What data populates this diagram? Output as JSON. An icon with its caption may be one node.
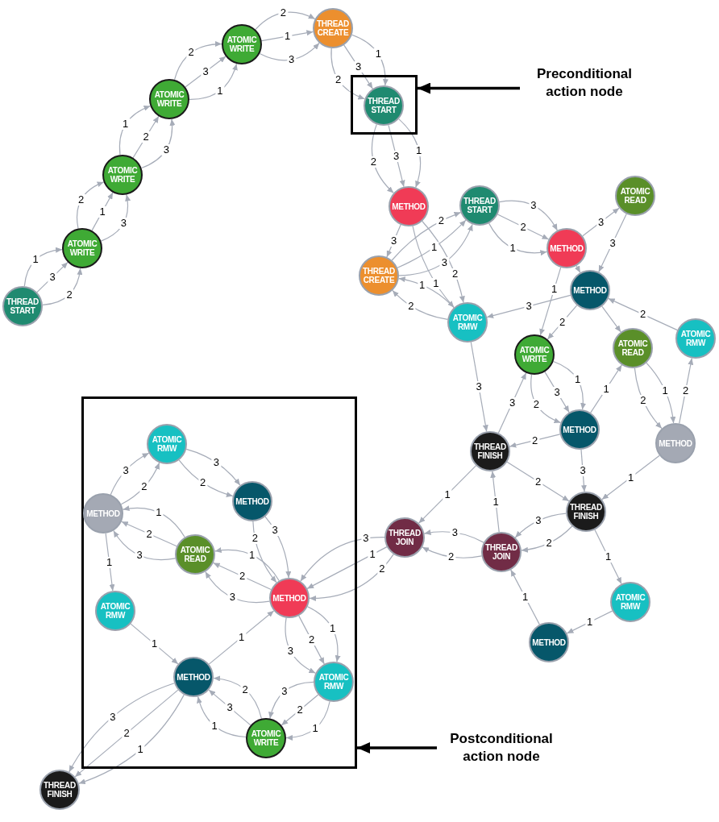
{
  "diagram": {
    "nodes": [
      {
        "text": [
          "THREAD CREATE"
        ]
      },
      {
        "text": [
          "ATOMIC WRITE"
        ]
      },
      {
        "text": [
          "Preconditional action node"
        ]
      },
      {
        "text": [],
        "shape": "box"
      },
      {
        "text": [
          "THREAD START"
        ],
        "in": 3
      },
      {
        "text": [
          "ATOMIC WRITE"
        ]
      },
      {
        "text": [
          "ATOMIC WRITE"
        ]
      },
      {
        "text": [
          "ATOMIC READ"
        ]
      },
      {
        "text": [
          "METHOD"
        ]
      },
      {
        "text": [
          "THREAD START"
        ]
      },
      {
        "text": [
          "METHOD"
        ]
      },
      {
        "text": [
          "ATOMIC WRITE"
        ]
      },
      {
        "text": [
          "THREAD CREATE"
        ]
      },
      {
        "text": [
          "METHOD"
        ]
      },
      {
        "text": [
          "THREAD START"
        ]
      },
      {
        "text": [
          "ATOMIC RMW"
        ]
      },
      {
        "text": [
          "ATOMIC RMW"
        ]
      },
      {
        "text": [
          "ATOMIC READ"
        ]
      },
      {
        "text": [
          "ATOMIC WRITE"
        ]
      },
      {
        "text": [],
        "shape": "box"
      },
      {
        "text": [
          "METHOD"
        ]
      },
      {
        "text": [
          "ATOMIC RMW"
        ],
        "in": 19
      },
      {
        "text": [
          "METHOD"
        ]
      },
      {
        "text": [
          "THREAD FINISH"
        ]
      },
      {
        "text": [
          "METHOD"
        ],
        "in": 19
      },
      {
        "text": [
          "THREAD FINISH"
        ]
      },
      {
        "text": [
          "METHOD"
        ],
        "in": 19
      },
      {
        "text": [
          "THREAD JOIN"
        ]
      },
      {
        "text": [
          "THREAD JOIN"
        ]
      },
      {
        "text": [
          "ATOMIC READ"
        ],
        "in": 19
      },
      {
        "text": [
          "METHOD"
        ],
        "in": 19
      },
      {
        "text": [
          "ATOMIC RMW"
        ]
      },
      {
        "text": [
          "ATOMIC RMW"
        ],
        "in": 19
      },
      {
        "text": [
          "METHOD"
        ]
      },
      {
        "text": [
          "METHOD"
        ],
        "in": 19
      },
      {
        "text": [
          "ATOMIC RMW"
        ],
        "in": 19
      },
      {
        "text": [
          "ATOMIC WRITE"
        ],
        "in": 19
      },
      {
        "text": [
          "Postconditional action node"
        ]
      },
      {
        "text": [
          "THREAD FINISH"
        ]
      }
    ],
    "edges": [
      {
        "from": 14,
        "to": 11,
        "arrow": "to",
        "label": "2"
      },
      {
        "from": 14,
        "to": 11,
        "arrow": "to",
        "label": "3"
      },
      {
        "from": 14,
        "to": 11,
        "arrow": "to",
        "label": "1"
      },
      {
        "from": 11,
        "to": 6,
        "arrow": "to",
        "label": "3"
      },
      {
        "from": 11,
        "to": 6,
        "arrow": "to",
        "label": "1"
      },
      {
        "from": 11,
        "to": 6,
        "arrow": "to",
        "label": "2"
      },
      {
        "from": 6,
        "to": 5,
        "arrow": "to",
        "label": "3"
      },
      {
        "from": 6,
        "to": 5,
        "arrow": "to",
        "label": "2"
      },
      {
        "from": 6,
        "to": 5,
        "arrow": "to",
        "label": "1"
      },
      {
        "from": 5,
        "to": 1,
        "arrow": "to",
        "label": "1"
      },
      {
        "from": 5,
        "to": 1,
        "arrow": "to",
        "label": "3"
      },
      {
        "from": 5,
        "to": 1,
        "arrow": "to",
        "label": "2"
      },
      {
        "from": 1,
        "to": 0,
        "arrow": "to",
        "label": "3"
      },
      {
        "from": 1,
        "to": 0,
        "arrow": "to",
        "label": "1"
      },
      {
        "from": 1,
        "to": 0,
        "arrow": "to",
        "label": "2"
      },
      {
        "from": 0,
        "to": 4,
        "arrow": "to",
        "label": "1"
      },
      {
        "from": 0,
        "to": 4,
        "arrow": "to",
        "label": "3"
      },
      {
        "from": 0,
        "to": 4,
        "arrow": "to",
        "label": "2"
      },
      {
        "from": 4,
        "to": 8,
        "arrow": "to",
        "label": "1"
      },
      {
        "from": 4,
        "to": 8,
        "arrow": "to",
        "label": "3"
      },
      {
        "from": 4,
        "to": 8,
        "arrow": "to",
        "label": "2"
      },
      {
        "from": 8,
        "to": 12,
        "arrow": "to",
        "label": "3"
      },
      {
        "from": 8,
        "to": 15,
        "arrow": "to",
        "label": "2"
      },
      {
        "from": 8,
        "to": 15,
        "arrow": "to",
        "label": "1"
      },
      {
        "from": 15,
        "to": 12,
        "arrow": "to",
        "label": "1"
      },
      {
        "from": 15,
        "to": 12,
        "arrow": "to",
        "label": "2"
      },
      {
        "from": 12,
        "to": 9,
        "arrow": "to",
        "label": "1"
      },
      {
        "from": 12,
        "to": 9,
        "arrow": "to",
        "label": "3"
      },
      {
        "from": 12,
        "to": 9,
        "arrow": "to",
        "label": "2"
      },
      {
        "from": 9,
        "to": 10,
        "arrow": "to",
        "label": "3"
      },
      {
        "from": 9,
        "to": 10,
        "arrow": "to",
        "label": "2"
      },
      {
        "from": 9,
        "to": 10,
        "arrow": "to",
        "label": "1"
      },
      {
        "from": 10,
        "to": 7,
        "arrow": "to",
        "label": "3"
      },
      {
        "from": 10,
        "to": 13,
        "arrow": "to"
      },
      {
        "from": 7,
        "to": 13,
        "arrow": "to",
        "label": "3"
      },
      {
        "from": 10,
        "to": 18,
        "arrow": "to",
        "label": "1"
      },
      {
        "from": 13,
        "to": 15,
        "arrow": "to",
        "label": "3"
      },
      {
        "from": 13,
        "to": 18,
        "arrow": "to",
        "label": "2"
      },
      {
        "from": 13,
        "to": 17,
        "arrow": "to"
      },
      {
        "from": 16,
        "to": 13,
        "arrow": "to",
        "label": "2"
      },
      {
        "from": 17,
        "to": 22,
        "arrow": "to",
        "label": "1"
      },
      {
        "from": 17,
        "to": 22,
        "arrow": "to",
        "label": "2"
      },
      {
        "from": 22,
        "to": 16,
        "arrow": "to",
        "label": "2"
      },
      {
        "from": 20,
        "to": 17,
        "arrow": "to",
        "label": "1"
      },
      {
        "from": 18,
        "to": 20,
        "arrow": "to",
        "label": "1"
      },
      {
        "from": 18,
        "to": 20,
        "arrow": "to",
        "label": "3"
      },
      {
        "from": 18,
        "to": 20,
        "arrow": "to",
        "label": "2"
      },
      {
        "from": 15,
        "to": 23,
        "arrow": "to",
        "label": "3"
      },
      {
        "from": 23,
        "to": 18,
        "arrow": "to",
        "label": "3"
      },
      {
        "from": 20,
        "to": 23,
        "arrow": "to",
        "label": "2"
      },
      {
        "from": 20,
        "to": 25,
        "arrow": "to",
        "label": "3"
      },
      {
        "from": 22,
        "to": 25,
        "arrow": "to",
        "label": "1"
      },
      {
        "from": 23,
        "to": 25,
        "arrow": "to",
        "label": "2"
      },
      {
        "from": 23,
        "to": 27,
        "arrow": "to",
        "label": "1"
      },
      {
        "from": 28,
        "to": 23,
        "arrow": "to",
        "label": "1"
      },
      {
        "from": 25,
        "to": 28,
        "arrow": "to",
        "label": "2"
      },
      {
        "from": 25,
        "to": 28,
        "arrow": "to",
        "label": "3"
      },
      {
        "from": 28,
        "to": 27,
        "arrow": "to",
        "label": "3"
      },
      {
        "from": 28,
        "to": 27,
        "arrow": "to",
        "label": "2"
      },
      {
        "from": 25,
        "to": 31,
        "arrow": "to",
        "label": "1"
      },
      {
        "from": 31,
        "to": 33,
        "arrow": "to",
        "label": "1"
      },
      {
        "from": 33,
        "to": 28,
        "arrow": "to",
        "label": "1"
      },
      {
        "from": 27,
        "to": 30,
        "arrow": "to",
        "label": "2"
      },
      {
        "from": 27,
        "to": 30,
        "arrow": "to",
        "label": "1"
      },
      {
        "from": 27,
        "to": 30,
        "arrow": "to",
        "label": "3"
      },
      {
        "from": 30,
        "to": 29,
        "arrow": "to",
        "label": "1"
      },
      {
        "from": 30,
        "to": 29,
        "arrow": "to",
        "label": "2"
      },
      {
        "from": 30,
        "to": 29,
        "arrow": "to",
        "label": "3"
      },
      {
        "from": 29,
        "to": 26,
        "arrow": "to",
        "label": "1"
      },
      {
        "from": 29,
        "to": 26,
        "arrow": "to",
        "label": "2"
      },
      {
        "from": 29,
        "to": 26,
        "arrow": "to",
        "label": "3"
      },
      {
        "from": 26,
        "to": 21,
        "arrow": "to",
        "label": "2"
      },
      {
        "from": 26,
        "to": 21,
        "arrow": "to",
        "label": "3"
      },
      {
        "from": 21,
        "to": 24,
        "arrow": "to",
        "label": "3"
      },
      {
        "from": 21,
        "to": 24,
        "arrow": "to",
        "label": "2"
      },
      {
        "from": 24,
        "to": 30,
        "arrow": "to",
        "label": "3"
      },
      {
        "from": 24,
        "to": 30,
        "arrow": "to",
        "label": "2"
      },
      {
        "from": 26,
        "to": 32,
        "arrow": "to",
        "label": "1"
      },
      {
        "from": 32,
        "to": 34,
        "arrow": "to",
        "label": "1"
      },
      {
        "from": 34,
        "to": 30,
        "arrow": "to",
        "label": "1"
      },
      {
        "from": 30,
        "to": 35,
        "arrow": "to",
        "label": "1"
      },
      {
        "from": 30,
        "to": 35,
        "arrow": "to",
        "label": "2"
      },
      {
        "from": 30,
        "to": 35,
        "arrow": "to",
        "label": "3"
      },
      {
        "from": 35,
        "to": 36,
        "arrow": "to",
        "label": "1"
      },
      {
        "from": 35,
        "to": 36,
        "arrow": "to",
        "label": "2"
      },
      {
        "from": 35,
        "to": 36,
        "arrow": "to",
        "label": "3"
      },
      {
        "from": 36,
        "to": 34,
        "arrow": "to",
        "label": "2"
      },
      {
        "from": 36,
        "to": 34,
        "arrow": "to",
        "label": "3"
      },
      {
        "from": 36,
        "to": 34,
        "arrow": "to",
        "label": "1"
      },
      {
        "from": 34,
        "to": 38,
        "arrow": "to",
        "label": "1"
      },
      {
        "from": 34,
        "to": 38,
        "arrow": "to",
        "label": "2"
      },
      {
        "from": 34,
        "to": 38,
        "arrow": "to",
        "label": "3"
      },
      {
        "from": 2,
        "to": 3,
        "arrow": "to",
        "style": "thick",
        "color": "#000000"
      },
      {
        "from": 37,
        "to": 19,
        "arrow": "to",
        "style": "thick",
        "color": "#000000"
      }
    ]
  }
}
